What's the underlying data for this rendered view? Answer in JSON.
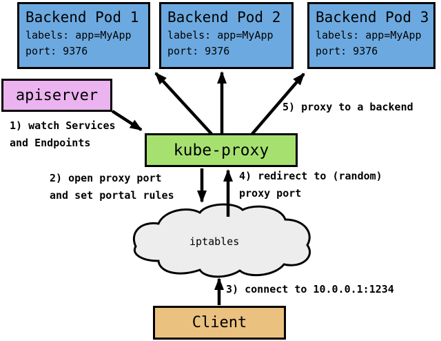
{
  "diagram": {
    "pods": [
      {
        "title": "Backend Pod 1",
        "labels": "labels: app=MyApp",
        "port": "port: 9376"
      },
      {
        "title": "Backend Pod 2",
        "labels": "labels: app=MyApp",
        "port": "port: 9376"
      },
      {
        "title": "Backend Pod 3",
        "labels": "labels: app=MyApp",
        "port": "port: 9376"
      }
    ],
    "apiserver": {
      "label": "apiserver"
    },
    "kube_proxy": {
      "label": "kube-proxy"
    },
    "cloud": {
      "label": "iptables"
    },
    "client": {
      "label": "Client"
    },
    "steps": {
      "s1_line1": "1) watch Services",
      "s1_line2": "and Endpoints",
      "s2_line1": "2) open proxy port",
      "s2_line2": "and set portal rules",
      "s3": "3) connect to 10.0.0.1:1234",
      "s4_line1": "4) redirect to (random)",
      "s4_line2": "proxy port",
      "s5": "5) proxy to a backend"
    },
    "colors": {
      "pod_fill": "#6CA9E0",
      "apiserver_fill": "#EBB3F0",
      "kube_proxy_fill": "#A6E170",
      "client_fill": "#EAC17F",
      "cloud_fill": "#EDEDED",
      "outline": "#000000",
      "background": "#FFFFFF"
    }
  }
}
